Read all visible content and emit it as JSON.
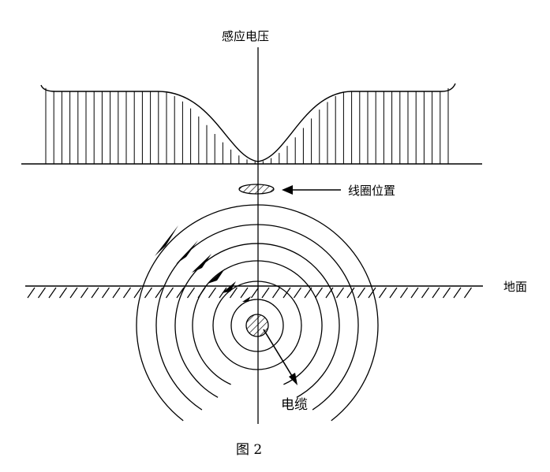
{
  "labels": {
    "voltage_axis": "感应电压",
    "coil_position": "线圈位置",
    "ground": "地面",
    "cable": "电缆",
    "figure_caption": "图 2"
  },
  "colors": {
    "line": "#000000",
    "background": "#ffffff"
  }
}
